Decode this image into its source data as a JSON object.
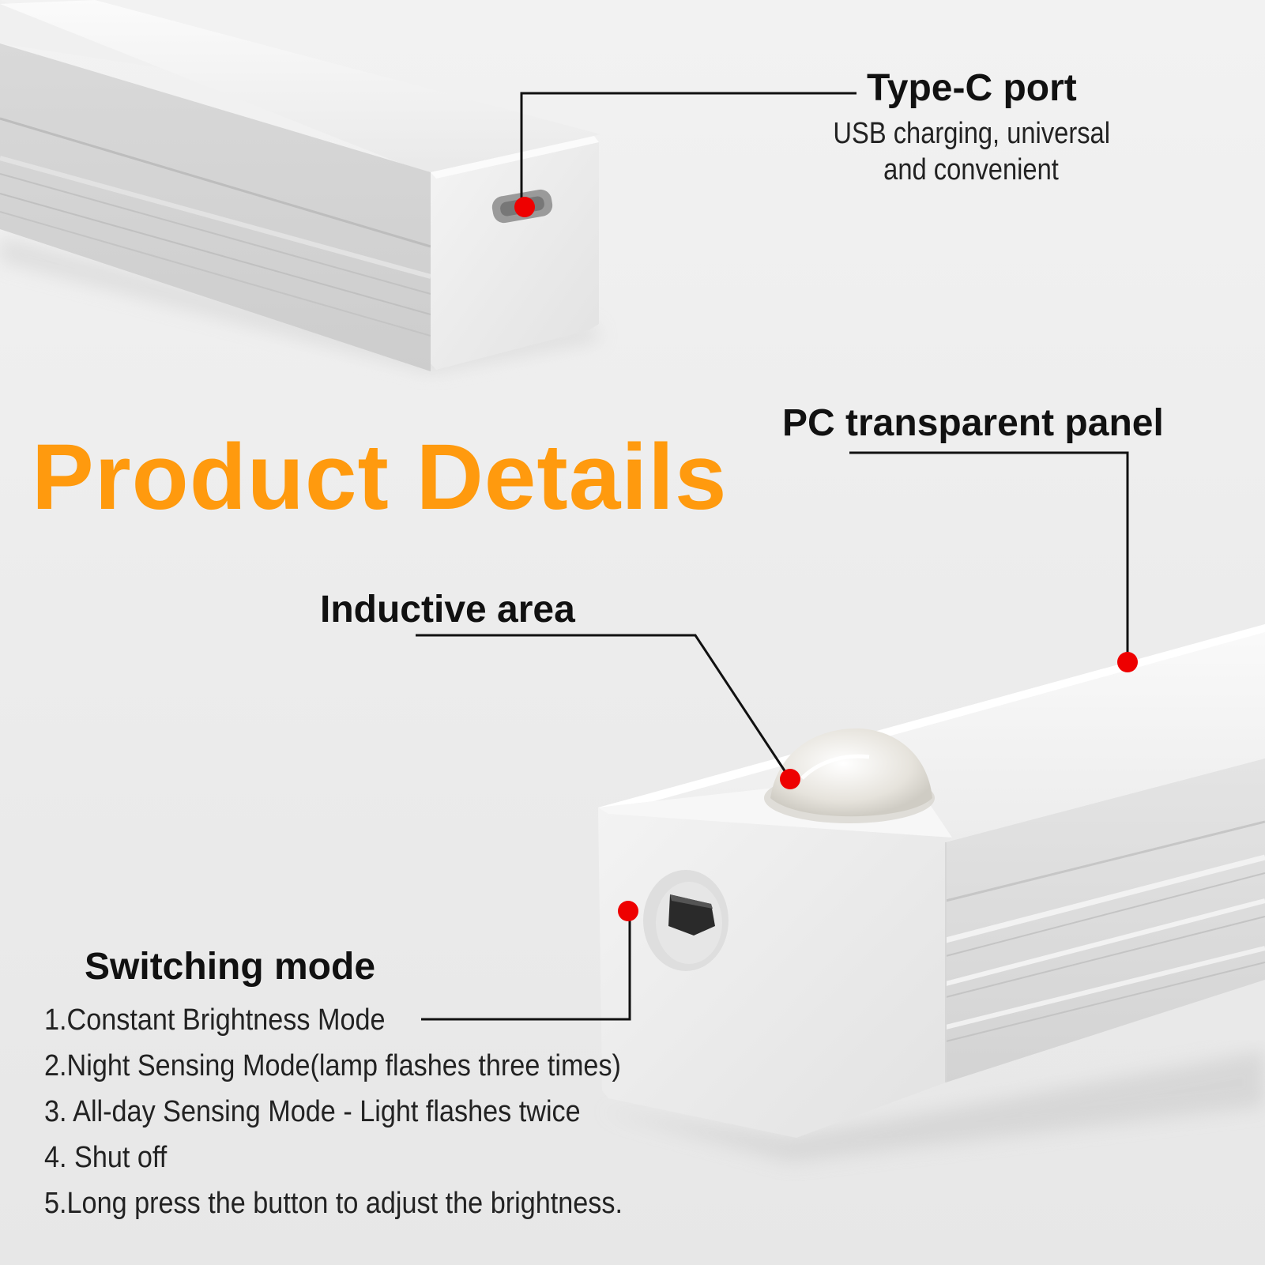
{
  "page_title": "Product Details",
  "colors": {
    "title_orange": "#ff9a0e",
    "marker_red": "#ee0000",
    "leader_line": "#111111",
    "background": "#ededed"
  },
  "callouts": {
    "type_c": {
      "title": "Type-C port",
      "description_lines": [
        "USB charging, universal",
        "and convenient"
      ]
    },
    "pc_panel": {
      "title": "PC transparent panel"
    },
    "inductive": {
      "title": "Inductive area"
    },
    "switching": {
      "title": "Switching mode",
      "modes": [
        "1.Constant Brightness Mode",
        "2.Night Sensing Mode(lamp flashes three times)",
        "3. All-day Sensing Mode - Light flashes twice",
        "4. Shut off",
        "5.Long press the button to adjust the brightness."
      ]
    }
  }
}
